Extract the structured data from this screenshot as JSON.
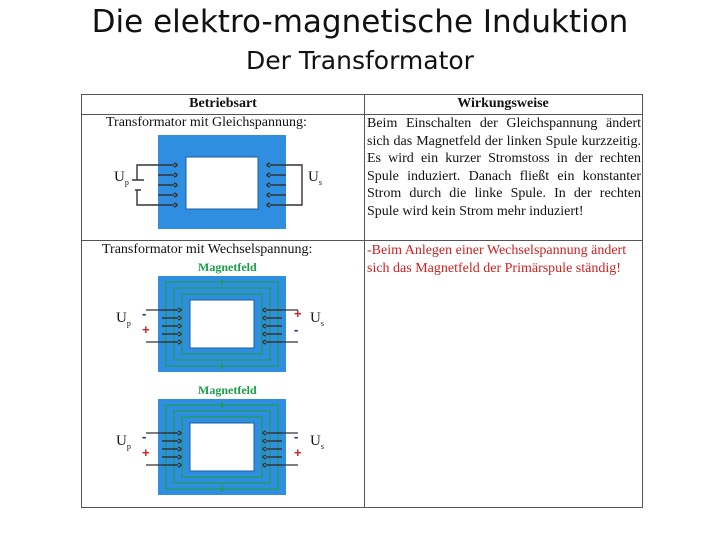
{
  "slide": {
    "title": "Die elektro-magnetische Induktion",
    "subtitle": "Der Transformator"
  },
  "table": {
    "header_left": "Betriebsart",
    "header_right": "Wirkungsweise",
    "rows": [
      {
        "mode": "Transformator mit Gleichspannung:",
        "description": "Beim Einschalten der Gleichspannung ändert sich das Magnetfeld der linken Spule kurzzeitig. Es wird ein kurzer Stromstoss in der rechten Spule induziert. Danach fließt ein konstanter Strom durch die linke Spule. In der rechten Spule wird kein Strom mehr induziert!",
        "diagram": {
          "primary_label": "U",
          "primary_sub": "p",
          "secondary_label": "U",
          "secondary_sub": "s"
        }
      },
      {
        "mode": "Transformator mit Wechselspannung:",
        "description": "-Beim Anlegen einer Wechselspannung ändert sich das Magnetfeld der Primärspule ständig!",
        "diagrams": [
          {
            "field_label": "Magnetfeld",
            "primary_label": "U",
            "primary_sub": "p",
            "secondary_label": "U",
            "secondary_sub": "s",
            "primary_signs": [
              "-",
              "+"
            ],
            "secondary_signs": [
              "+",
              "-"
            ]
          },
          {
            "field_label": "Magnetfeld",
            "primary_label": "U",
            "primary_sub": "p",
            "secondary_label": "U",
            "secondary_sub": "s",
            "primary_signs": [
              "-",
              "+"
            ],
            "secondary_signs": [
              "-",
              "+"
            ]
          }
        ]
      }
    ]
  },
  "colors": {
    "core": "#2f8ee0",
    "core_window": "#ffffff",
    "winding": "#333333",
    "field_lines": "#1aa04a",
    "red_text": "#d02020",
    "minus_sign": "#1b2a8a"
  }
}
